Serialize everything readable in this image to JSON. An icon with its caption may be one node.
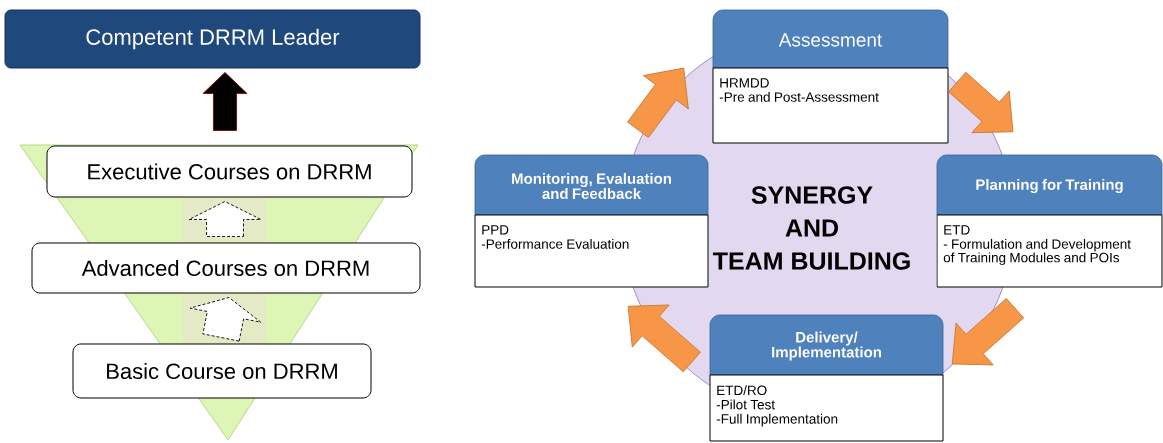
{
  "diagram": {
    "nodes": [
      {
        "text": [
          "Competent DRRM Leader"
        ]
      },
      {
        "text": [
          "Executive Courses on DRRM"
        ]
      },
      {
        "text": [
          "Advanced Courses on DRRM"
        ]
      },
      {
        "text": [
          "Basic Course on DRRM"
        ]
      },
      {
        "text": [
          "SYNERGY",
          "AND",
          "TEAM BUILDING"
        ]
      },
      {
        "text": [
          "Assessment",
          "HRMDD",
          "-Pre and Post-Assessment"
        ]
      },
      {
        "text": [
          "Planning for Training",
          "ETD",
          "- Formulation and Development of Training Modules and POIs"
        ]
      },
      {
        "text": [
          "Delivery/ Implementation",
          "ETD/RO",
          "-Pilot Test",
          "-Full Implementation"
        ]
      },
      {
        "text": [
          "Monitoring, Evaluation and Feedback",
          "PPD",
          "-Performance Evaluation"
        ]
      }
    ],
    "edges": [
      {
        "from": 3,
        "to": 2,
        "arrow": "to",
        "style": "dashed",
        "color": "#ffffff"
      },
      {
        "from": 2,
        "to": 1,
        "arrow": "to",
        "style": "dashed",
        "color": "#ffffff"
      },
      {
        "from": 1,
        "to": 0,
        "arrow": "to",
        "color": "#000000"
      },
      {
        "from": 5,
        "to": 6,
        "arrow": "to"
      },
      {
        "from": 6,
        "to": 7,
        "arrow": "to"
      },
      {
        "from": 7,
        "to": 8,
        "arrow": "to"
      },
      {
        "from": 8,
        "to": 5,
        "arrow": "to"
      }
    ]
  }
}
